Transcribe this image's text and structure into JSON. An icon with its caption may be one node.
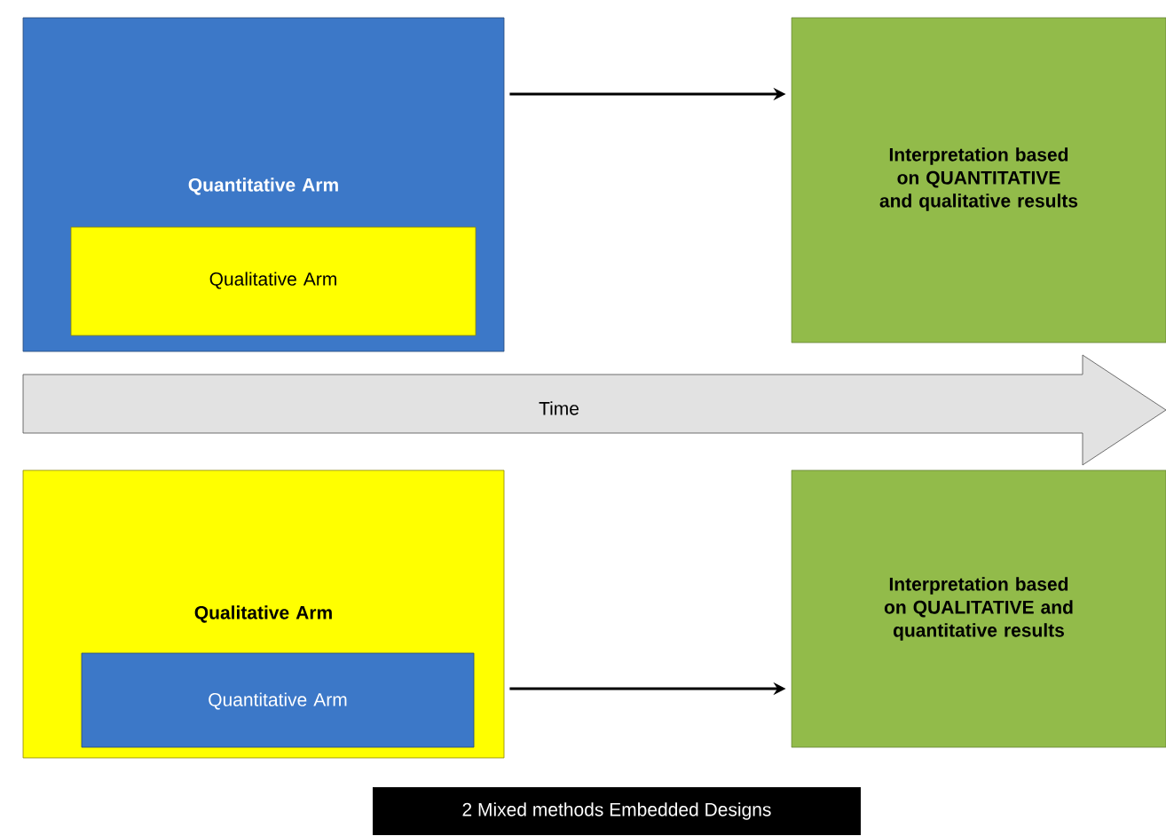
{
  "diagram": {
    "caption": "2 Mixed methods Embedded Designs",
    "nodes": [
      {
        "text": [
          "Quantitative Arm"
        ]
      },
      {
        "text": [
          "Qualitative Arm"
        ],
        "in": 0
      },
      {
        "text": [
          "Interpretation based on QUANTITATIVE and qualitative results"
        ]
      },
      {
        "text": [
          "Time"
        ]
      },
      {
        "text": [
          "Qualitative Arm"
        ]
      },
      {
        "text": [
          "Quantitative Arm"
        ],
        "in": 4
      },
      {
        "text": [
          "Interpretation based on QUALITATIVE and quantitative results"
        ]
      }
    ],
    "edges": [
      {
        "from": 0,
        "to": 2,
        "arrow": "to"
      },
      {
        "from": 4,
        "to": 6,
        "arrow": "to"
      }
    ]
  }
}
